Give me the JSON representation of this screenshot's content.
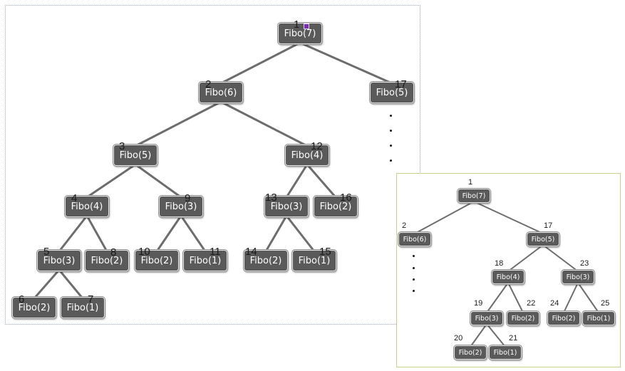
{
  "main": {
    "nodes": [
      {
        "label": "Fibo(7)",
        "num": "1"
      },
      {
        "label": "Fibo(6)",
        "num": "2"
      },
      {
        "label": "Fibo(5)",
        "num": "17"
      },
      {
        "label": "Fibo(5)",
        "num": "3"
      },
      {
        "label": "Fibo(4)",
        "num": "12"
      },
      {
        "label": "Fibo(4)",
        "num": "4"
      },
      {
        "label": "Fibo(3)",
        "num": "9"
      },
      {
        "label": "Fibo(3)",
        "num": "13"
      },
      {
        "label": "Fibo(2)",
        "num": "16"
      },
      {
        "label": "Fibo(3)",
        "num": "5"
      },
      {
        "label": "Fibo(2)",
        "num": "8"
      },
      {
        "label": "Fibo(2)",
        "num": "10"
      },
      {
        "label": "Fibo(1)",
        "num": "11"
      },
      {
        "label": "Fibo(2)",
        "num": "14"
      },
      {
        "label": "Fibo(1)",
        "num": "15"
      },
      {
        "label": "Fibo(2)",
        "num": "6"
      },
      {
        "label": "Fibo(1)",
        "num": "7"
      }
    ]
  },
  "inset": {
    "nodes": [
      {
        "label": "Fibo(7)",
        "num": "1"
      },
      {
        "label": "Fibo(6)",
        "num": "2"
      },
      {
        "label": "Fibo(5)",
        "num": "17"
      },
      {
        "label": "Fibo(4)",
        "num": "18"
      },
      {
        "label": "Fibo(3)",
        "num": "23"
      },
      {
        "label": "Fibo(3)",
        "num": "19"
      },
      {
        "label": "Fibo(2)",
        "num": "22"
      },
      {
        "label": "Fibo(2)",
        "num": "24"
      },
      {
        "label": "Fibo(1)",
        "num": "25"
      },
      {
        "label": "Fibo(2)",
        "num": "20"
      },
      {
        "label": "Fibo(1)",
        "num": "21"
      }
    ]
  }
}
